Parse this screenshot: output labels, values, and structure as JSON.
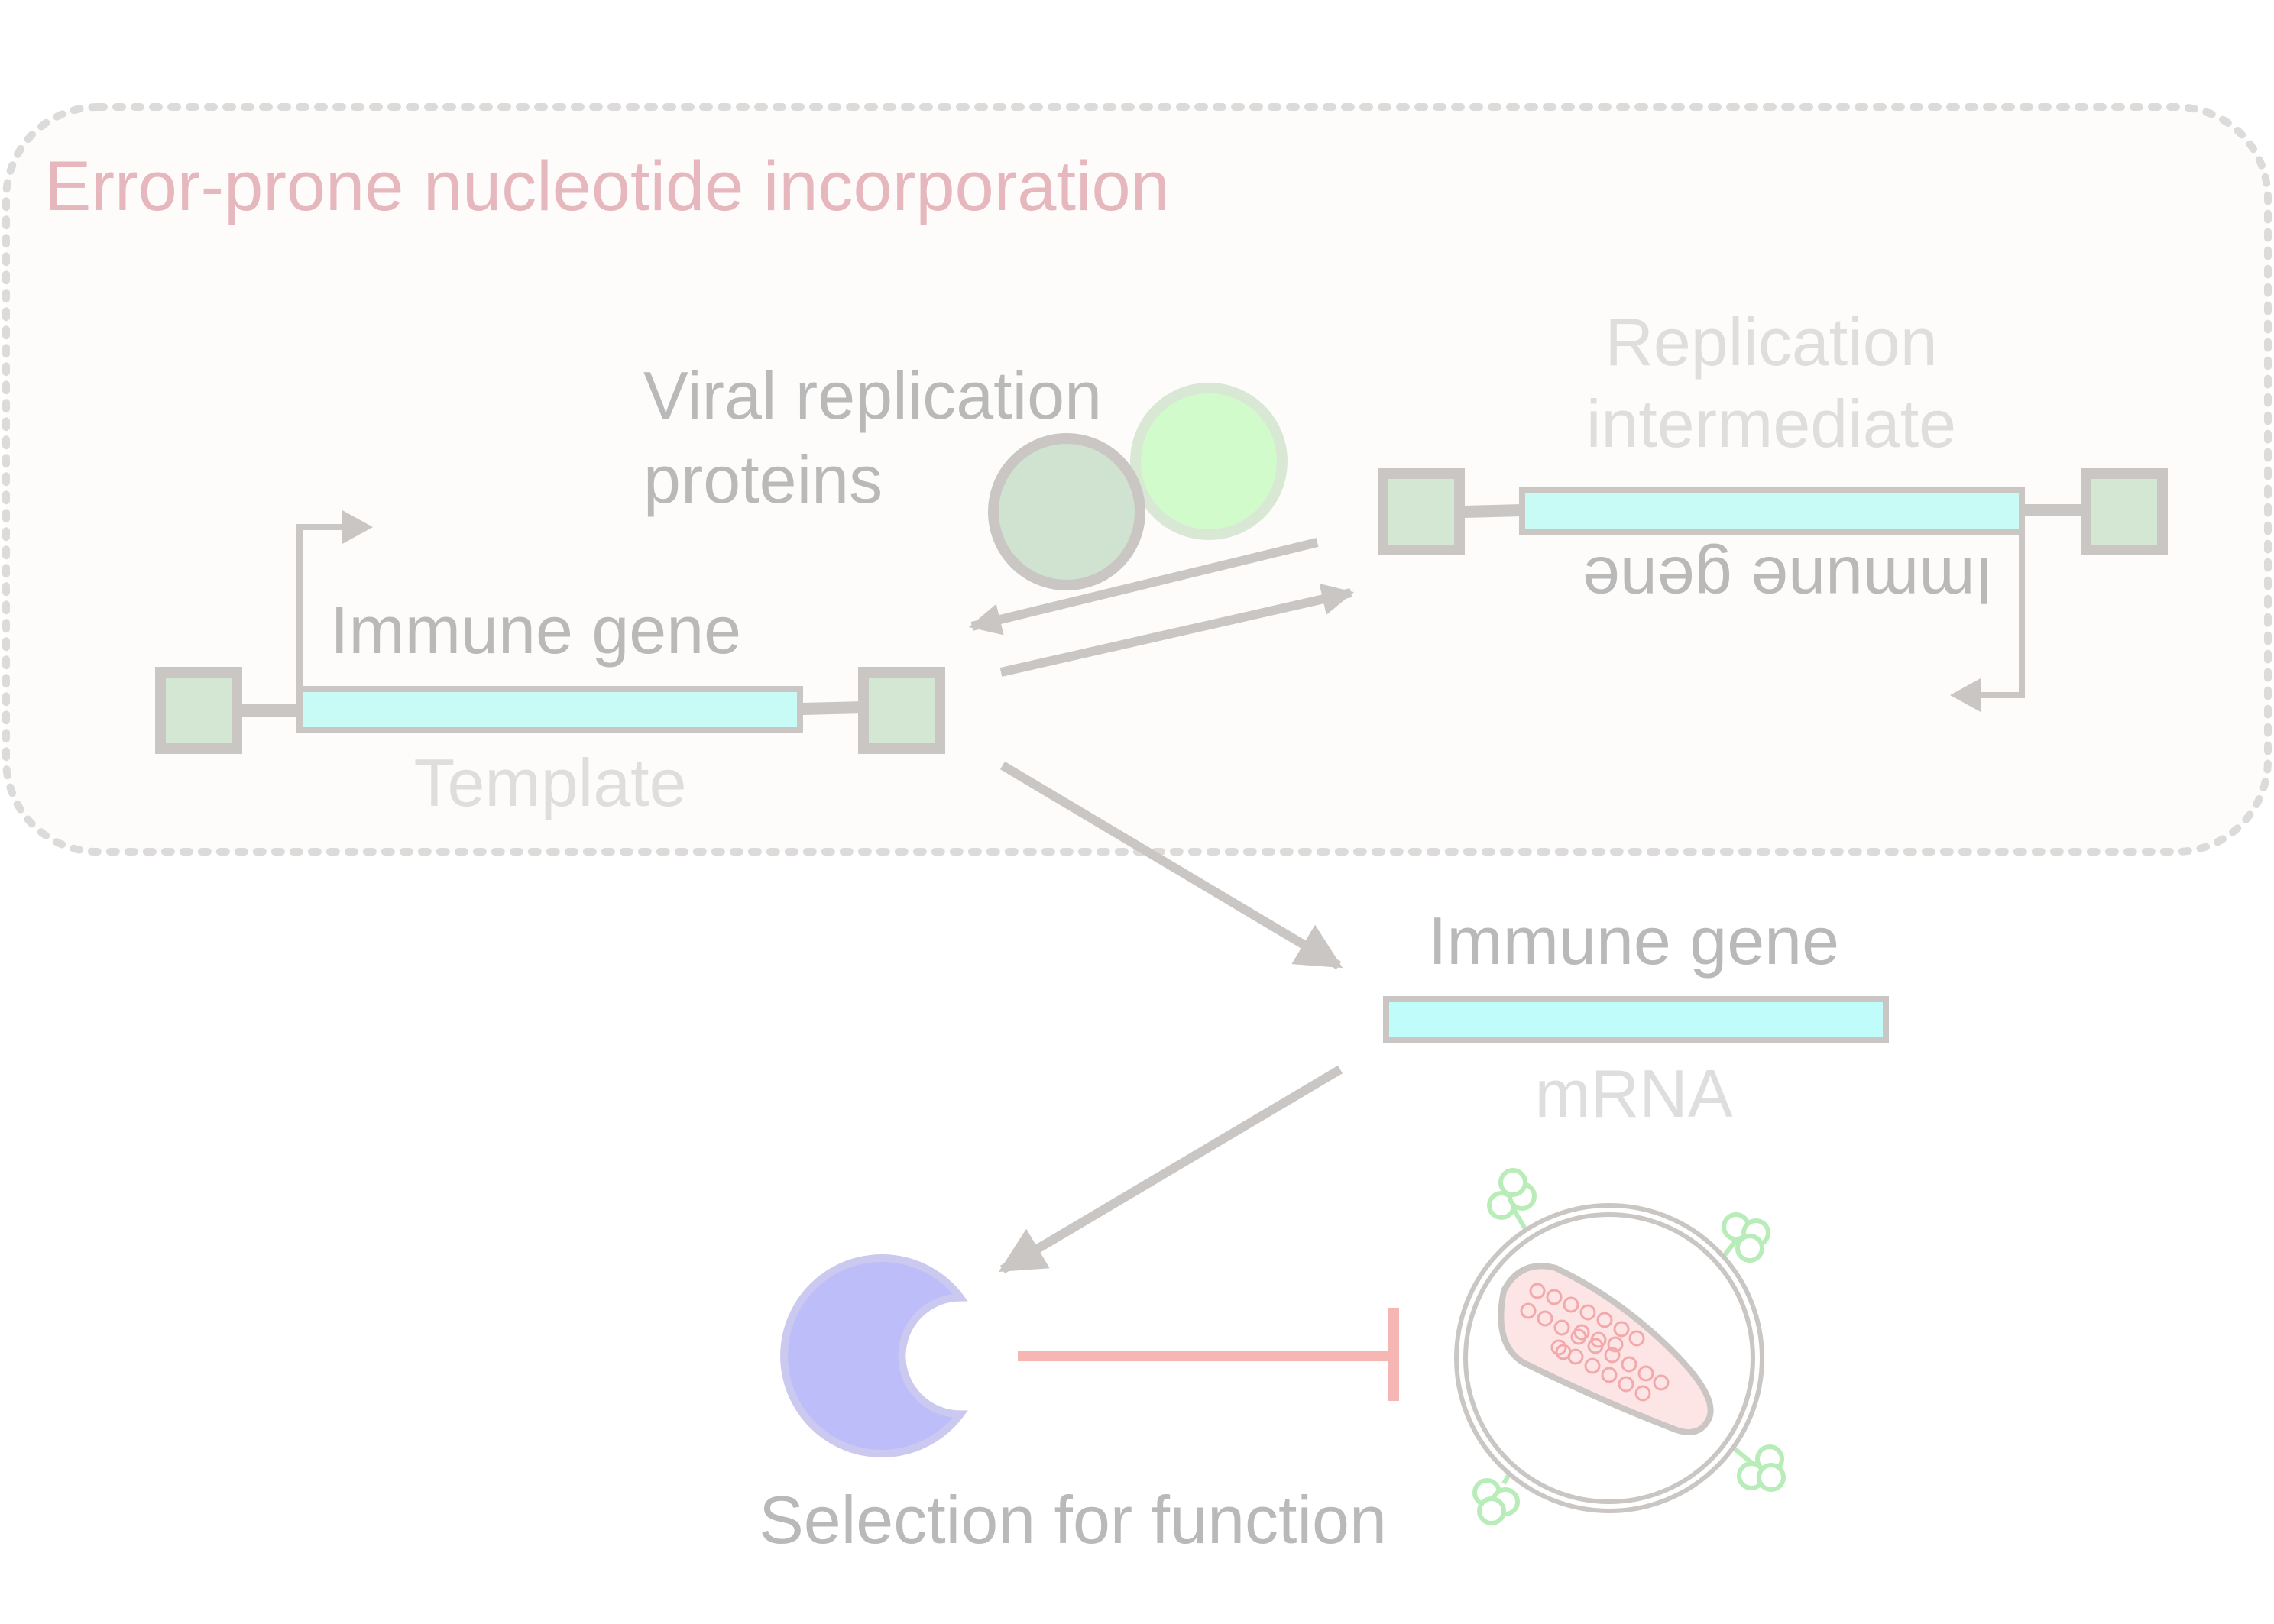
{
  "panel": {
    "title": "Error-prone nucleotide incorporation"
  },
  "labels": {
    "viral_proteins_line1": "Viral replication",
    "viral_proteins_line2": "proteins",
    "immune_gene_template": "Immune gene",
    "template": "Template",
    "replication_line1": "Replication",
    "replication_line2": "intermediate",
    "immune_gene_flipped": "Immune gene",
    "immune_gene_mrna": "Immune gene",
    "mrna": "mRNA",
    "selection": "Selection for function"
  },
  "colors": {
    "title": "#e6b7bd",
    "label_dark": "#b9b9b9",
    "label_light": "#dedede",
    "stroke": "#c9c6c4",
    "gene_fill": "#c9fbf6",
    "mrna_fill": "#c0fcfa",
    "square_fill": "#d3e7d2",
    "protein_dark": "#d0e3d0",
    "protein_light": "#d2fbcb",
    "antibody": "#bdbdf9",
    "inhibit": "#f6b6b4",
    "virion_core": "#fde5e5",
    "spike": "#b8ecb8"
  }
}
